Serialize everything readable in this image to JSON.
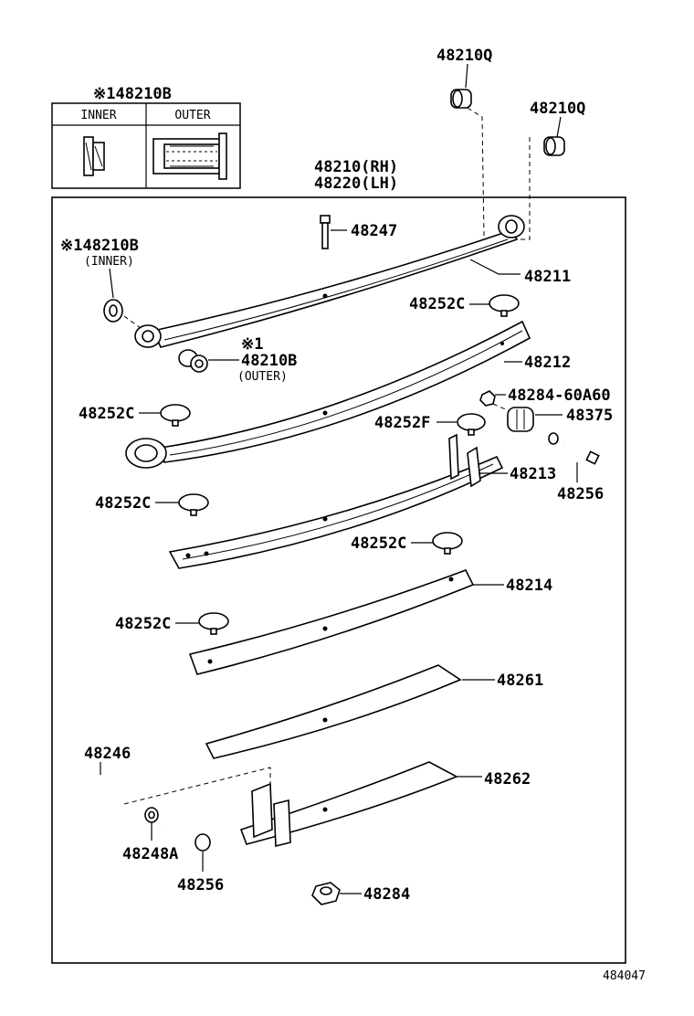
{
  "inset": {
    "title": "※148210B",
    "col_inner": "INNER",
    "col_outer": "OUTER"
  },
  "labels": {
    "p48210q_top": "48210Q",
    "p48210q_right": "48210Q",
    "assembly_rh": "48210(RH)",
    "assembly_lh": "48220(LH)",
    "p48247": "48247",
    "inner_title": "※148210B",
    "inner_sub": "(INNER)",
    "p48211": "48211",
    "p48252c_1": "48252C",
    "outer_mark": "※1",
    "outer_num": "48210B",
    "outer_sub": "(OUTER)",
    "p48212": "48212",
    "p48284_60a60": "48284-60A60",
    "p48252c_2": "48252C",
    "p48252f": "48252F",
    "p48375": "48375",
    "p48213": "48213",
    "p48256_right": "48256",
    "p48252c_3": "48252C",
    "p48252c_4": "48252C",
    "p48214": "48214",
    "p48252c_5": "48252C",
    "p48261": "48261",
    "p48246": "48246",
    "p48262": "48262",
    "p48248a": "48248A",
    "p48256_bottom": "48256",
    "p48284": "48284",
    "drawing_no": "484047"
  }
}
